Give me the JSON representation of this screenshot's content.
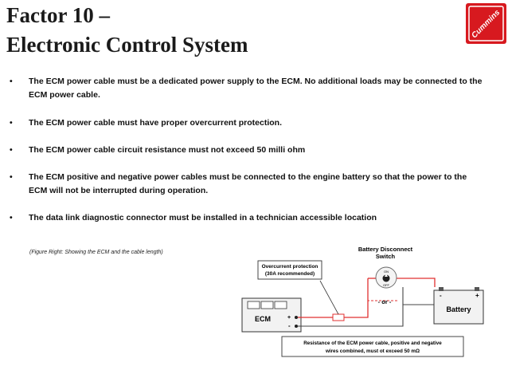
{
  "title": {
    "line1": "Factor 10 –",
    "line2": "Electronic Control System"
  },
  "logo": {
    "text": "Cummins",
    "icon": "cummins-logo"
  },
  "bullets": [
    {
      "marker": "•",
      "text": "The ECM power cable must be a dedicated power supply to the ECM. No additional loads may be connected to the ECM power cable."
    },
    {
      "marker": "•",
      "text": "The ECM power cable must have proper overcurrent protection."
    },
    {
      "marker": "•",
      "text": "The ECM power cable circuit resistance must not exceed 50 milli ohm"
    },
    {
      "marker": "•",
      "text": "The ECM positive and negative power cables must be connected to the engine battery so that the power to the ECM will not be interrupted during operation."
    },
    {
      "marker": "•",
      "text": "The data link diagnostic connector must be installed in a technician accessible location"
    }
  ],
  "caption": "(Figure Right: Showing the ECM and the cable length)",
  "diagram": {
    "overcurrent_line1": "Overcurrent protection",
    "overcurrent_line2": "(30A recommended)",
    "switch_line1": "Battery Disconnect",
    "switch_line2": "Switch",
    "switch_on": "ON",
    "switch_off": "OFF",
    "or_label": "- or -",
    "battery_label": "Battery",
    "battery_neg": "-",
    "battery_pos": "+",
    "ecm_label": "ECM",
    "ecm_pos": "+",
    "ecm_neg": "-",
    "resistance_line1": "Resistance of the ECM power cable, positive and negative",
    "resistance_line2": "wires combined, must ot exceed 50 mΩ"
  },
  "colors": {
    "logo_red": "#d7191f",
    "wire_red": "#e03030",
    "title": "#1a1a1a"
  }
}
